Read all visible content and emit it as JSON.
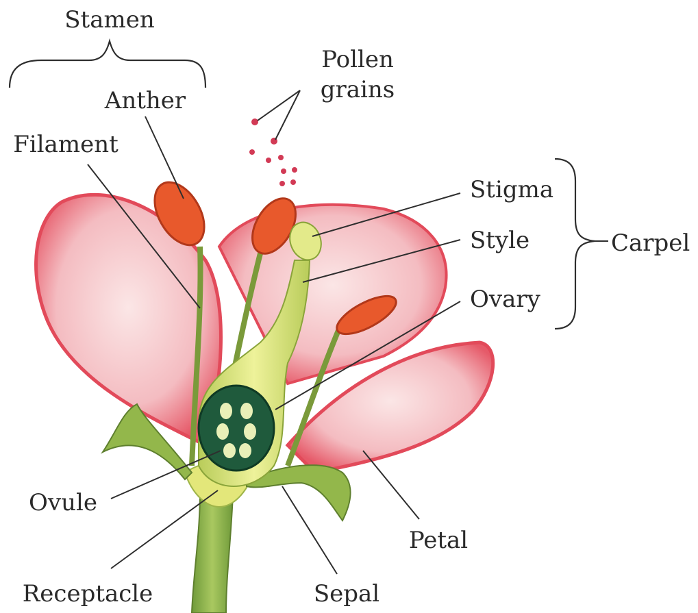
{
  "labels": {
    "stamen": "Stamen",
    "anther": "Anther",
    "filament": "Filament",
    "pollen_line1": "Pollen",
    "pollen_line2": "grains",
    "stigma": "Stigma",
    "style": "Style",
    "ovary": "Ovary",
    "carpel": "Carpel",
    "ovule": "Ovule",
    "receptacle": "Receptacle",
    "sepal": "Sepal",
    "petal": "Petal"
  },
  "colors": {
    "petal": "#f6c3c6",
    "petal_edge": "#e24a5a",
    "anther": "#e8592c",
    "stem": "#8cae4a",
    "pistil": "#d7e27a",
    "ovule_chamber": "#1f5a3c",
    "pollen": "#d23a55"
  }
}
